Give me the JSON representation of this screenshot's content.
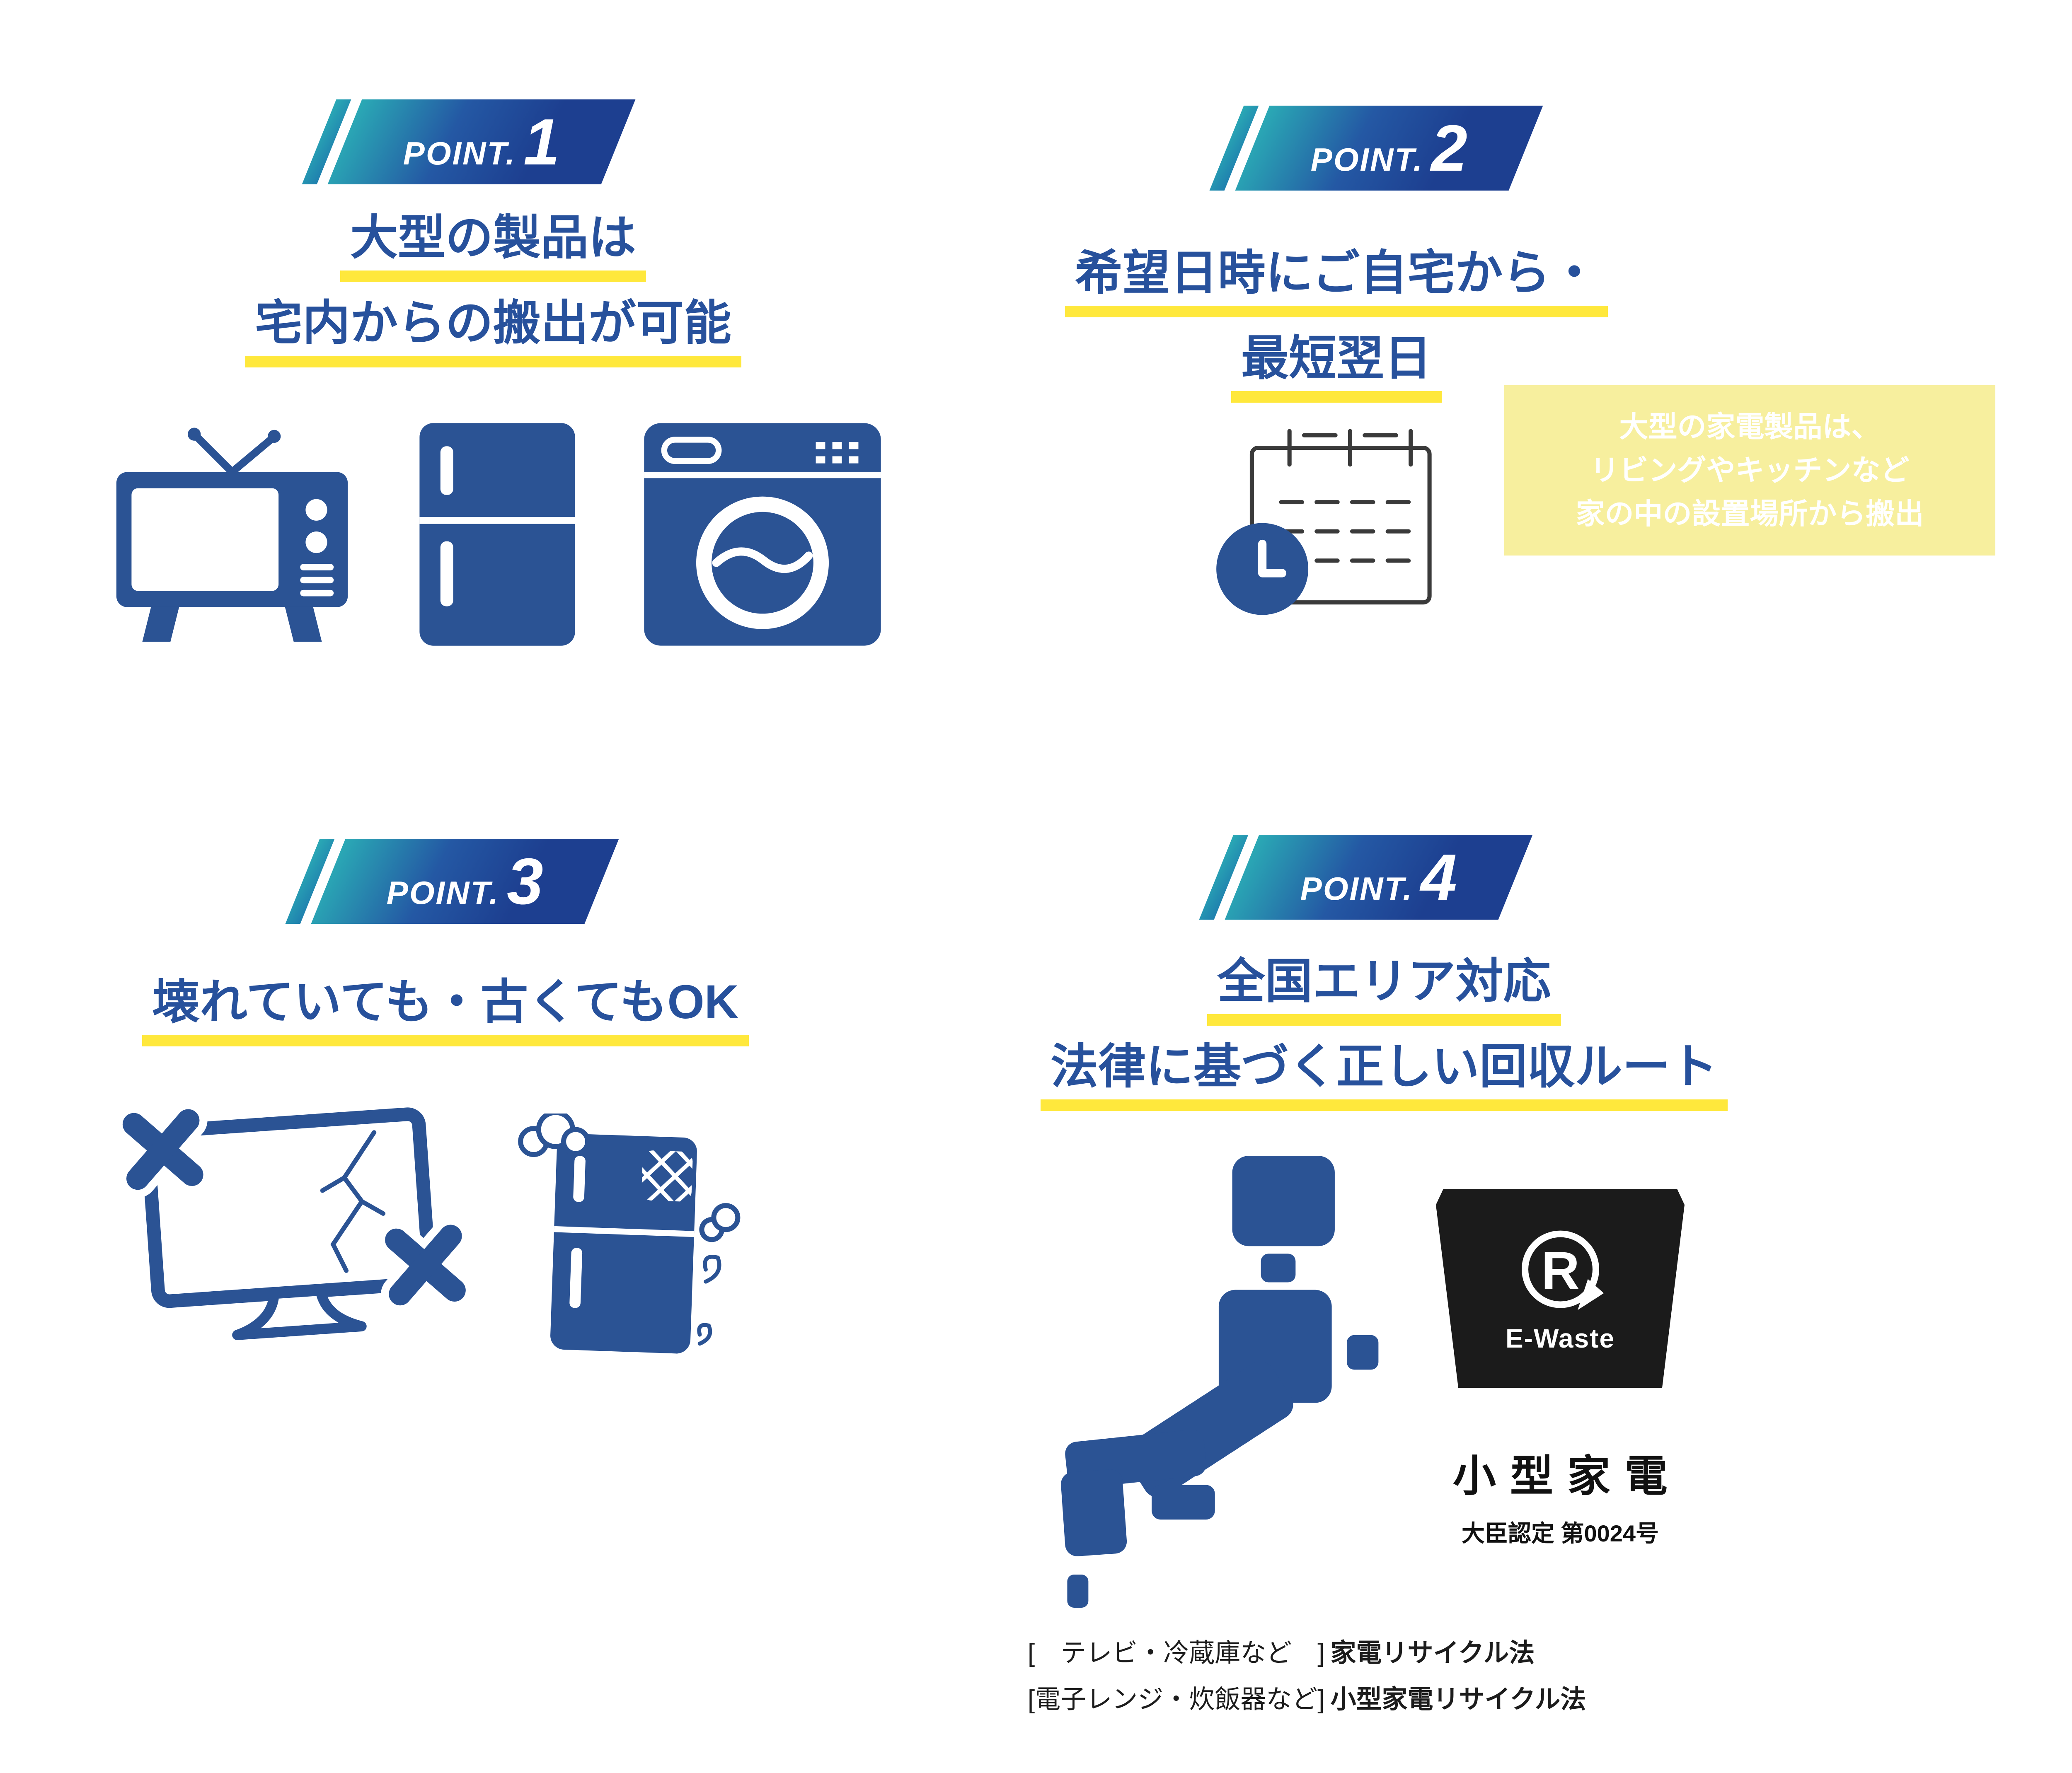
{
  "colors": {
    "navy": "#2b5394",
    "heading_navy": "#27519c",
    "badge_teal": "#2aa9b5",
    "badge_navy": "#1d3f90",
    "highlight_yellow": "#ffe83c",
    "note_bg": "#f7ef9e",
    "mark_black": "#1b1b1b"
  },
  "points": [
    {
      "badge_label": "POINT.",
      "badge_number": "1",
      "heading_lines": [
        "大型の製品は",
        "宅内からの搬出が可能"
      ],
      "icons": [
        "tv-icon",
        "refrigerator-icon",
        "washing-machine-icon"
      ]
    },
    {
      "badge_label": "POINT.",
      "badge_number": "2",
      "heading_lines": [
        "希望日時にご自宅から・",
        "最短翌日"
      ],
      "icons": [
        "calendar-clock-icon"
      ],
      "note_lines": [
        "大型の家電製品は、",
        "リビングやキッチンなど",
        "家の中の設置場所から搬出"
      ]
    },
    {
      "badge_label": "POINT.",
      "badge_number": "3",
      "heading_lines": [
        "壊れていても・古くてもOK"
      ],
      "icons": [
        "broken-tv-icon",
        "old-refrigerator-icon"
      ]
    },
    {
      "badge_label": "POINT.",
      "badge_number": "4",
      "heading_lines": [
        "全国エリア対応",
        "法律に基づく正しい回収ルート"
      ],
      "icons": [
        "japan-map-icon",
        "e-waste-mark-icon"
      ]
    }
  ],
  "ewaste_mark": {
    "logo_letter": "R",
    "logo_text": "E-Waste",
    "category_label": "小型家電",
    "certification": "大臣認定 第0024号"
  },
  "legal_notes": [
    {
      "bracket": "[　テレビ・冷蔵庫など　]",
      "law": "家電リサイクル法"
    },
    {
      "bracket": "[電子レンジ・炊飯器など]",
      "law": "小型家電リサイクル法"
    }
  ]
}
